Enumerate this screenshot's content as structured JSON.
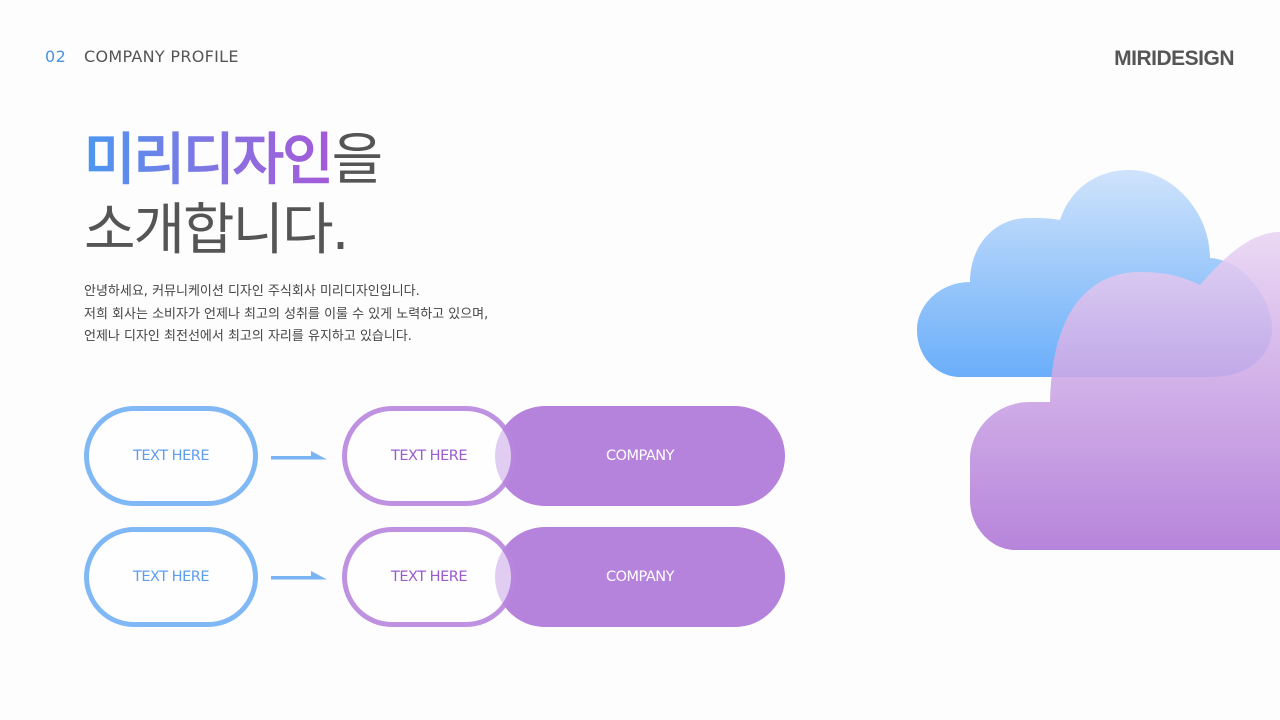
{
  "header": {
    "section_number": "02",
    "section_title": "COMPANY PROFILE",
    "logo": "MIRIDESIGN"
  },
  "headline": {
    "highlight": "미리디자인",
    "suffix": "을",
    "line2": "소개합니다."
  },
  "description": {
    "lines": [
      "안녕하세요, 커뮤니케이션 디자인 주식회사 미리디자인입니다.",
      "저희 회사는 소비자가 언제나 최고의 성취를 이룰 수 있게 노력하고 있으며,",
      "언제나 디자인 최전선에서 최고의 자리를 유지하고 있습니다."
    ]
  },
  "flow_rows": [
    {
      "start_label": "TEXT HERE",
      "middle_label": "TEXT HERE",
      "end_label": "COMPANY"
    },
    {
      "start_label": "TEXT HERE",
      "middle_label": "TEXT HERE",
      "end_label": "COMPANY"
    }
  ],
  "icons": {
    "arrow": "arrow-right-icon",
    "decoration": "cloud-icon"
  },
  "colors": {
    "accent_blue": "#4a90e2",
    "outline_blue": "#80b8f6",
    "accent_purple": "#a86cd6",
    "gradient_start": "#4a98f0",
    "gradient_end": "#a45ad8",
    "logo_gray": "#555555"
  }
}
